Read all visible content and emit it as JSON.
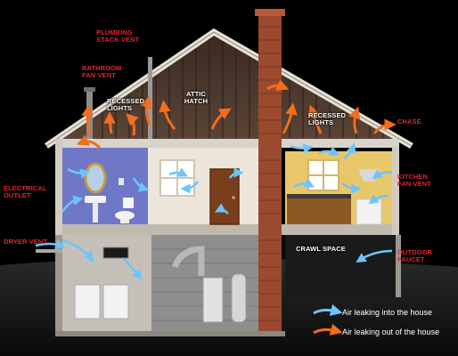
{
  "labels": {
    "plumbing_stack_vent": "PLUMBING STACK VENT",
    "bathroom_fan_vent": "BATHROOM FAN VENT",
    "recessed_lights_left": "RECESSED LIGHTS",
    "attic_hatch": "ATTIC HATCH",
    "recessed_lights_right": "RECESSED LIGHTS",
    "chase": "CHASE",
    "electrical_outlet": "ELECTRICAL OUTLET",
    "kitchen_fan_vent": "KITCHEN FAN VENT",
    "dryer_vent": "DRYER VENT",
    "crawl_space": "CRAWL SPACE",
    "outdoor_faucet": "OUTDOOR FAUCET"
  },
  "legend": {
    "into": "Air leaking into the house",
    "out": "Air leaking out of the house"
  },
  "colors": {
    "leak_in": "#5ab4f0",
    "leak_out": "#ef6a1c",
    "label_red": "#e0262a"
  }
}
